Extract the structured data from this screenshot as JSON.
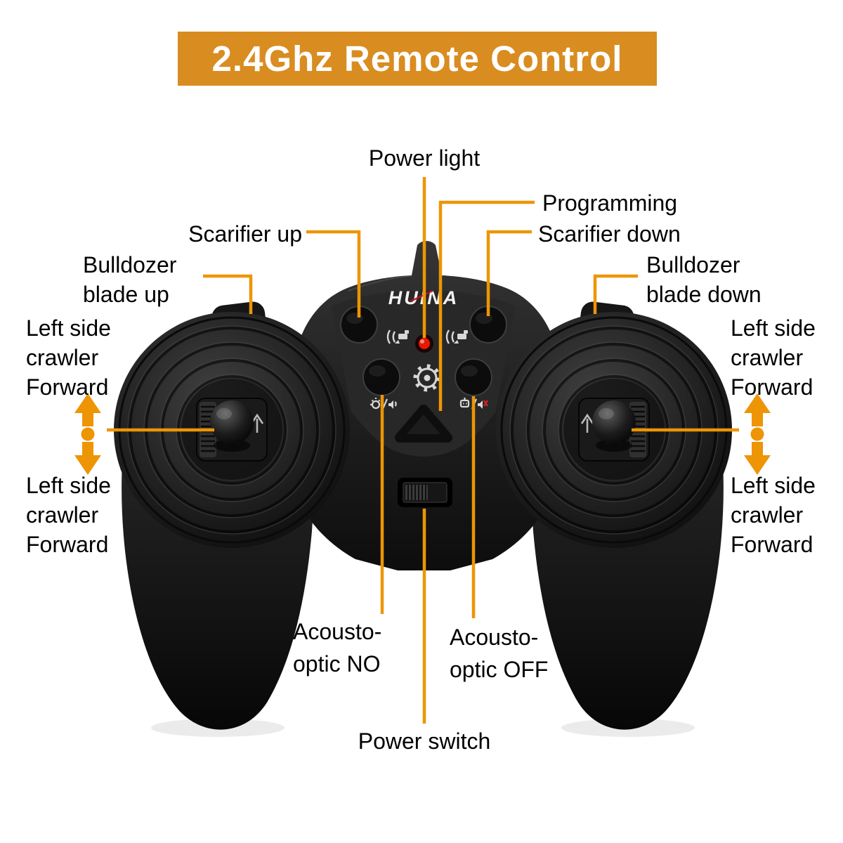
{
  "banner": {
    "title": "2.4Ghz Remote Control"
  },
  "brand": {
    "logo": "HUINA"
  },
  "labels": {
    "power_light": "Power light",
    "programming": "Programming",
    "scarifier_up": "Scarifier up",
    "scarifier_down": "Scarifier down",
    "blade_up": {
      "line1": "Bulldozer",
      "line2": "blade up"
    },
    "blade_down": {
      "line1": "Bulldozer",
      "line2": "blade down"
    },
    "crawler_left_top": {
      "line1": "Left side",
      "line2": "crawler",
      "line3": "Forward"
    },
    "crawler_left_bottom": {
      "line1": "Left side",
      "line2": "crawler",
      "line3": "Forward"
    },
    "crawler_right_top": {
      "line1": "Left side",
      "line2": "crawler",
      "line3": "Forward"
    },
    "crawler_right_bottom": {
      "line1": "Left side",
      "line2": "crawler",
      "line3": "Forward"
    },
    "acousto_no": {
      "line1": "Acousto-",
      "line2": "optic NO"
    },
    "acousto_off": {
      "line1": "Acousto-",
      "line2": "optic OFF"
    },
    "power_switch": "Power switch"
  },
  "icons": {
    "left_function_icon": "dozer-lift-icon",
    "right_function_icon": "dozer-lift-icon",
    "center_icon": "gear-icon",
    "lower_left_icon": "light-horn-icon",
    "lower_right_icon": "sound-off-icon",
    "joystick_arrow": "up-arrow-icon",
    "crawler_arrow": "up-down-arrow-icon"
  },
  "colors": {
    "accent_orange": "#ED9505",
    "banner_background": "#D98C20",
    "banner_text": "#FFFFFF",
    "label_text": "#000000",
    "controller_body": "#1C1C1C",
    "led_red": "#E81800"
  }
}
